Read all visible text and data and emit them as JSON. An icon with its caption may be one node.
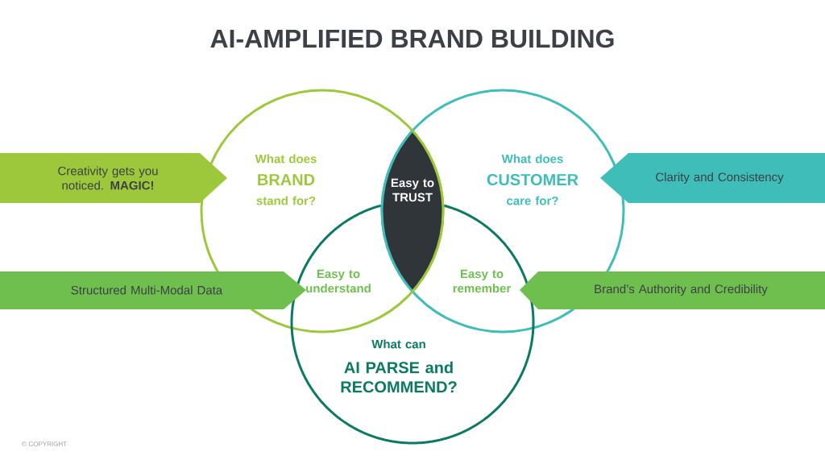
{
  "diagram": {
    "title": "AI-AMPLIFIED BRAND BUILDING",
    "nodes": [
      {
        "text": [
          "What does",
          "BRAND",
          "stand for?"
        ]
      },
      {
        "text": [
          "What does",
          "CUSTOMER",
          "care for?"
        ]
      },
      {
        "text": [
          "What can",
          "AI PARSE and RECOMMEND?"
        ]
      },
      {
        "text": [
          "Easy to TRUST"
        ]
      },
      {
        "text": [
          "Creativity gets you noticed. **MAGIC!**"
        ]
      },
      {
        "text": [
          "Clarity and Consistency"
        ]
      },
      {
        "text": [
          "Structured Multi-Modal Data"
        ]
      },
      {
        "text": [
          "Brand’s Authority and Credibility"
        ]
      }
    ],
    "labels": [
      "Easy to understand",
      "Easy to remember",
      "© COPYRIGHT"
    ]
  }
}
